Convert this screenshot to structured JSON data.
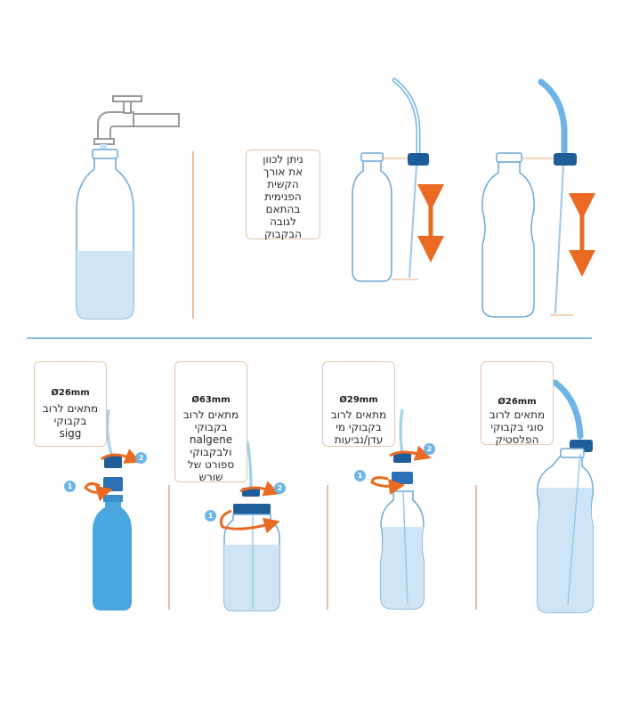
{
  "notes": {
    "straw_length": "ניתן לכוון\nאת אורך\nהקשית\nהפנימית\nבהתאם\nלגובה\nהבקבוק"
  },
  "adapters": [
    {
      "size": "Ø26mm",
      "text": "מתאים לרוב\nבקבוקי\nsigg"
    },
    {
      "size": "Ø63mm",
      "text": "מתאים לרוב\nבקבוקי\nnalgene\nולבקבוקי\nספורט של\nשורש"
    },
    {
      "size": "Ø29mm",
      "text": "מתאים לרוב\nבקבוקי מי\nעדן/נביעות"
    },
    {
      "size": "Ø26mm",
      "text": "מתאים לרוב\nסוגי בקבוקי\nהפלסטיק"
    }
  ],
  "steps": {
    "one": "1",
    "two": "2"
  },
  "colors": {
    "water": "#cfe5f6",
    "outline": "#6aa9d8",
    "cap": "#1f5d99",
    "arrow": "#ea6a22",
    "divider": "#e7a77a",
    "rule": "#5aa8dc"
  },
  "icons": [
    "faucet-icon",
    "straw-icon",
    "cap-icon",
    "adjust-arrow-icon",
    "rotate-arrow-icon",
    "adapter-icon",
    "bottle-icon"
  ]
}
